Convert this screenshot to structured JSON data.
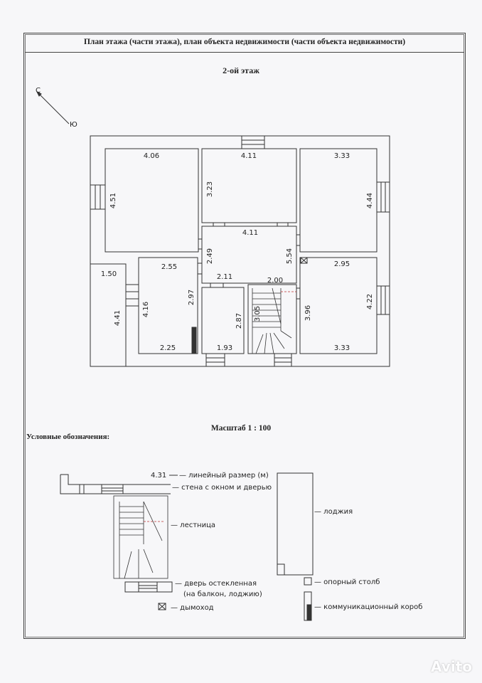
{
  "title": "План этажа (части этажа), план объекта недвижимости (части объекта недвижимости)",
  "floor_label": "2-ой этаж",
  "compass": {
    "north": "С",
    "south": "Ю"
  },
  "dimensions": {
    "r1_top": "4.06",
    "r1_side": "4.51",
    "r2_top": "4.11",
    "r2_side": "3.23",
    "r3_top": "3.33",
    "r3_side": "4.44",
    "hall_top": "4.11",
    "hall_side": "2.49",
    "hall_side2": "5.54",
    "r5_top": "1.50",
    "r5_side": "4.41",
    "r6_top": "2.55",
    "r6_side_l": "4.16",
    "r6_side_r": "2.97",
    "r6_bottom": "2.25",
    "r7_top": "2.11",
    "r7_side": "2.87",
    "r7_bottom": "1.93",
    "stair_top": "2.00",
    "stair_side": "3.05",
    "r9_top": "2.95",
    "r9_side_l": "3.96",
    "r9_side_r": "4.22",
    "r9_bottom": "3.33"
  },
  "scale_label": "Масштаб 1 : 100",
  "legend": {
    "heading": "Условные обозначения:",
    "linear_value": "4.31",
    "linear": "— линейный размер (м)",
    "wall": "— стена с окном и дверью",
    "stairs": "— лестница",
    "glass_door_1": "— дверь остекленная",
    "glass_door_2": "(на балкон, лоджию)",
    "chimney": "— дымоход",
    "loggia": "— лоджия",
    "column": "— опорный столб",
    "duct": "— коммуникационный короб"
  },
  "watermark": "Avito"
}
